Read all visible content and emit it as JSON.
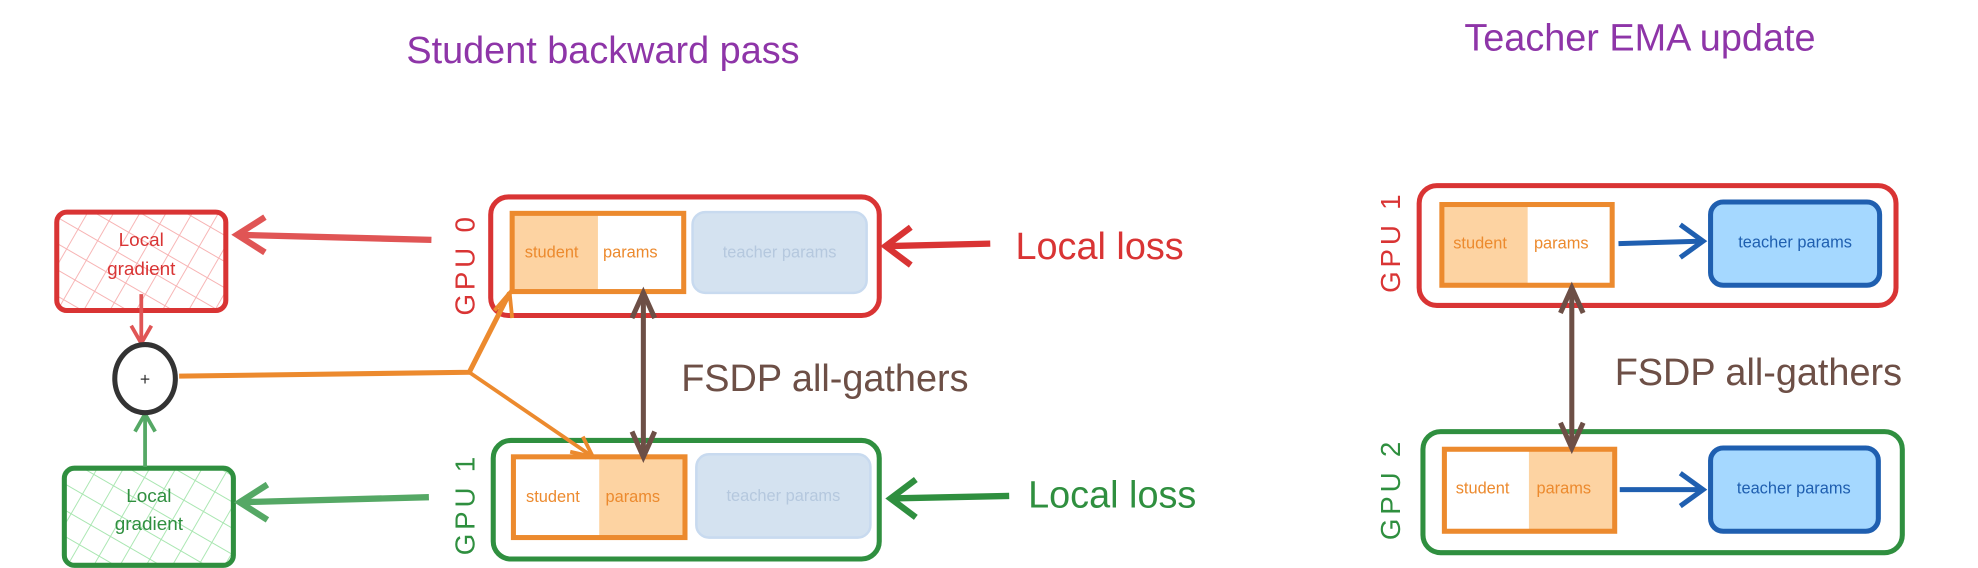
{
  "left": {
    "title": "Student backward pass",
    "gpu0": {
      "label": "GPU 0",
      "student_word": "student",
      "params_word": "params",
      "teacher": "teacher params",
      "loss": "Local loss"
    },
    "gpu1": {
      "label": "GPU 1",
      "student_word": "student",
      "params_word": "params",
      "teacher": "teacher params",
      "loss": "Local loss"
    },
    "grad_top": {
      "line1": "Local",
      "line2": "gradient"
    },
    "grad_bottom": {
      "line1": "Local",
      "line2": "gradient"
    },
    "sum_symbol": "+",
    "fsdp": "FSDP all-gathers"
  },
  "right": {
    "title": "Teacher EMA update",
    "gpu1": {
      "label": "GPU 1",
      "student_word": "student",
      "params_word": "params",
      "teacher": "teacher params"
    },
    "gpu2": {
      "label": "GPU 2",
      "student_word": "student",
      "params_word": "params",
      "teacher": "teacher params"
    },
    "fsdp": "FSDP all-gathers"
  },
  "colors": {
    "red": "#d93434",
    "green": "#2f8f3f",
    "orange": "#ec8a2e",
    "brown": "#6d4f46",
    "blue": "#1f5fb0",
    "purple": "#8e35a8"
  }
}
